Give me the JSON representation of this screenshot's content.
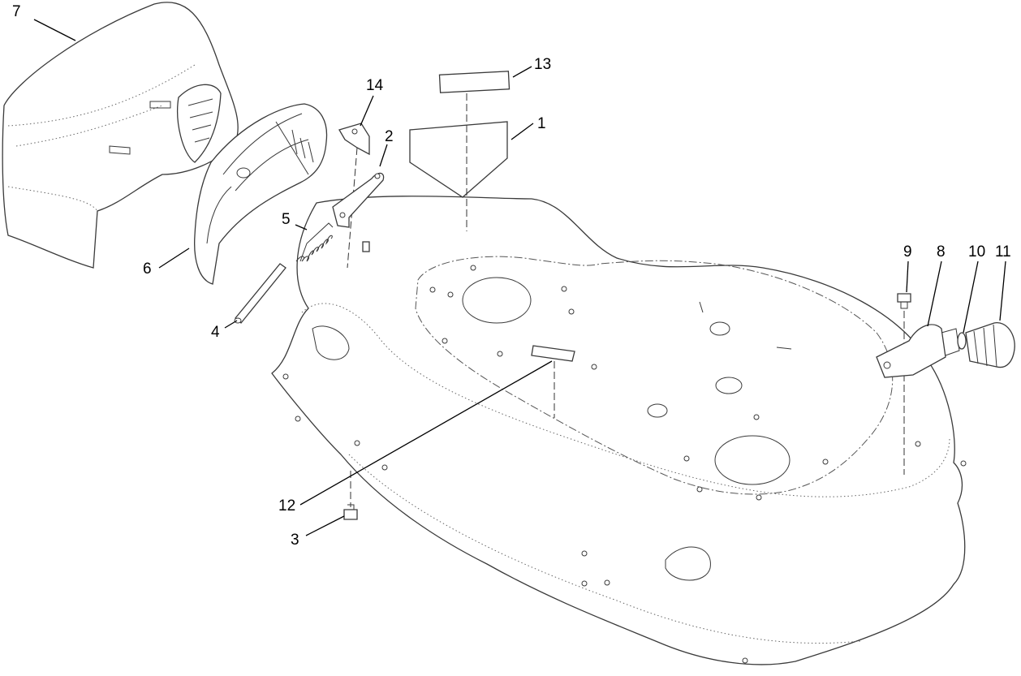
{
  "figure": {
    "kind": "exploded parts diagram",
    "line_color": "#000000",
    "part_outline_color": "#3a3a3a",
    "background_color": "#ffffff"
  },
  "callouts": [
    {
      "id": "1",
      "label": "1"
    },
    {
      "id": "2",
      "label": "2"
    },
    {
      "id": "3",
      "label": "3"
    },
    {
      "id": "4",
      "label": "4"
    },
    {
      "id": "5",
      "label": "5"
    },
    {
      "id": "6",
      "label": "6"
    },
    {
      "id": "7",
      "label": "7"
    },
    {
      "id": "8",
      "label": "8"
    },
    {
      "id": "9",
      "label": "9"
    },
    {
      "id": "10",
      "label": "10"
    },
    {
      "id": "11",
      "label": "11"
    },
    {
      "id": "12",
      "label": "12"
    },
    {
      "id": "13",
      "label": "13"
    },
    {
      "id": "14",
      "label": "14"
    }
  ]
}
